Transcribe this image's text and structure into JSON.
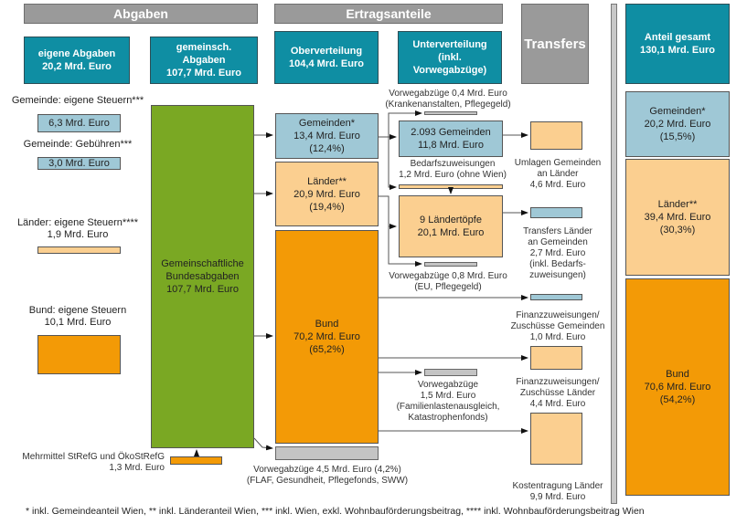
{
  "headers": {
    "abgaben": "Abgaben",
    "ertragsanteile": "Ertragsanteile",
    "transfers": "Transfers"
  },
  "topBoxes": {
    "eigene": "eigene Abgaben\n20,2 Mrd. Euro",
    "gemeinsch": "gemeinsch.\nAbgaben\n107,7 Mrd. Euro",
    "oberverteilung": "Oberverteilung\n104,4 Mrd. Euro",
    "unterverteilung": "Unterverteilung\n(inkl.\nVorwegabzüge)",
    "anteil": "Anteil gesamt\n130,1 Mrd. Euro"
  },
  "left": {
    "gem_steuern_label": "Gemeinde: eigene Steuern***",
    "gem_steuern_value": "6,3 Mrd. Euro",
    "gem_gebuehren_label": "Gemeinde: Gebühren***",
    "gem_gebuehren_value": "3,0 Mrd. Euro",
    "laender_label": "Länder: eigene Steuern****\n1,9 Mrd. Euro",
    "bund_label": "Bund: eigene Steuern\n10,1 Mrd. Euro",
    "mehrmittel_label": "Mehrmittel StRefG und ÖkoStRefG\n1,3 Mrd. Euro"
  },
  "gemeinschaftlich": "Gemeinschaftliche\nBundesabgaben\n107,7 Mrd. Euro",
  "ober": {
    "gemeinden": "Gemeinden*\n13,4 Mrd. Euro\n(12,4%)",
    "laender": "Länder**\n20,9 Mrd. Euro\n(19,4%)",
    "bund": "Bund\n70,2 Mrd. Euro\n(65,2%)",
    "vorweg": "Vorwegabzüge 4,5 Mrd. Euro (4,2%)\n(FLAF, Gesundheit, Pflegefonds, SWW)"
  },
  "unter": {
    "vorweg04": "Vorwegabzüge 0,4 Mrd. Euro\n(Krankenanstalten, Pflegegeld)",
    "gemeinden": "2.093 Gemeinden\n11,8 Mrd. Euro",
    "bedarf": "Bedarfszuweisungen\n1,2 Mrd. Euro (ohne Wien)",
    "laendertoepfe": "9 Ländertöpfe\n20,1 Mrd. Euro",
    "vorweg08": "Vorwegabzüge 0,8 Mrd. Euro\n(EU, Pflegegeld)",
    "vorweg15": "Vorwegabzüge\n1,5 Mrd. Euro\n(Familienlastenausgleich,\nKatastrophenfonds)"
  },
  "transfers": {
    "umlagen": "Umlagen Gemeinden\nan Länder\n4,6 Mrd. Euro",
    "transfers_laender": "Transfers Länder\nan Gemeinden\n2,7 Mrd. Euro\n(inkl. Bedarfs-\nzuweisungen)",
    "fz_gemeinden": "Finanzzuweisungen/\nZuschüsse Gemeinden\n1,0 Mrd. Euro",
    "fz_laender": "Finanzzuweisungen/\nZuschüsse Länder\n4,4 Mrd. Euro",
    "kostentragung": "Kostentragung Länder\n9,9 Mrd. Euro"
  },
  "anteil": {
    "gemeinden": "Gemeinden*\n20,2 Mrd. Euro\n(15,5%)",
    "laender": "Länder**\n39,4 Mrd. Euro\n(30,3%)",
    "bund": "Bund\n70,6 Mrd. Euro\n(54,2%)"
  },
  "footnote": "* inkl. Gemeindeanteil Wien, ** inkl. Länderanteil Wien, *** inkl. Wien, exkl. Wohnbauförderungsbeitrag, **** inkl. Wohnbauförderungsbeitrag Wien",
  "colors": {
    "teal": "#0f8ea3",
    "blue": "#9fc8d6",
    "peach": "#fbcf90",
    "orange": "#f39a06",
    "green": "#7aa823",
    "grey": "#c4c4c4",
    "header": "#9a9a9a"
  }
}
